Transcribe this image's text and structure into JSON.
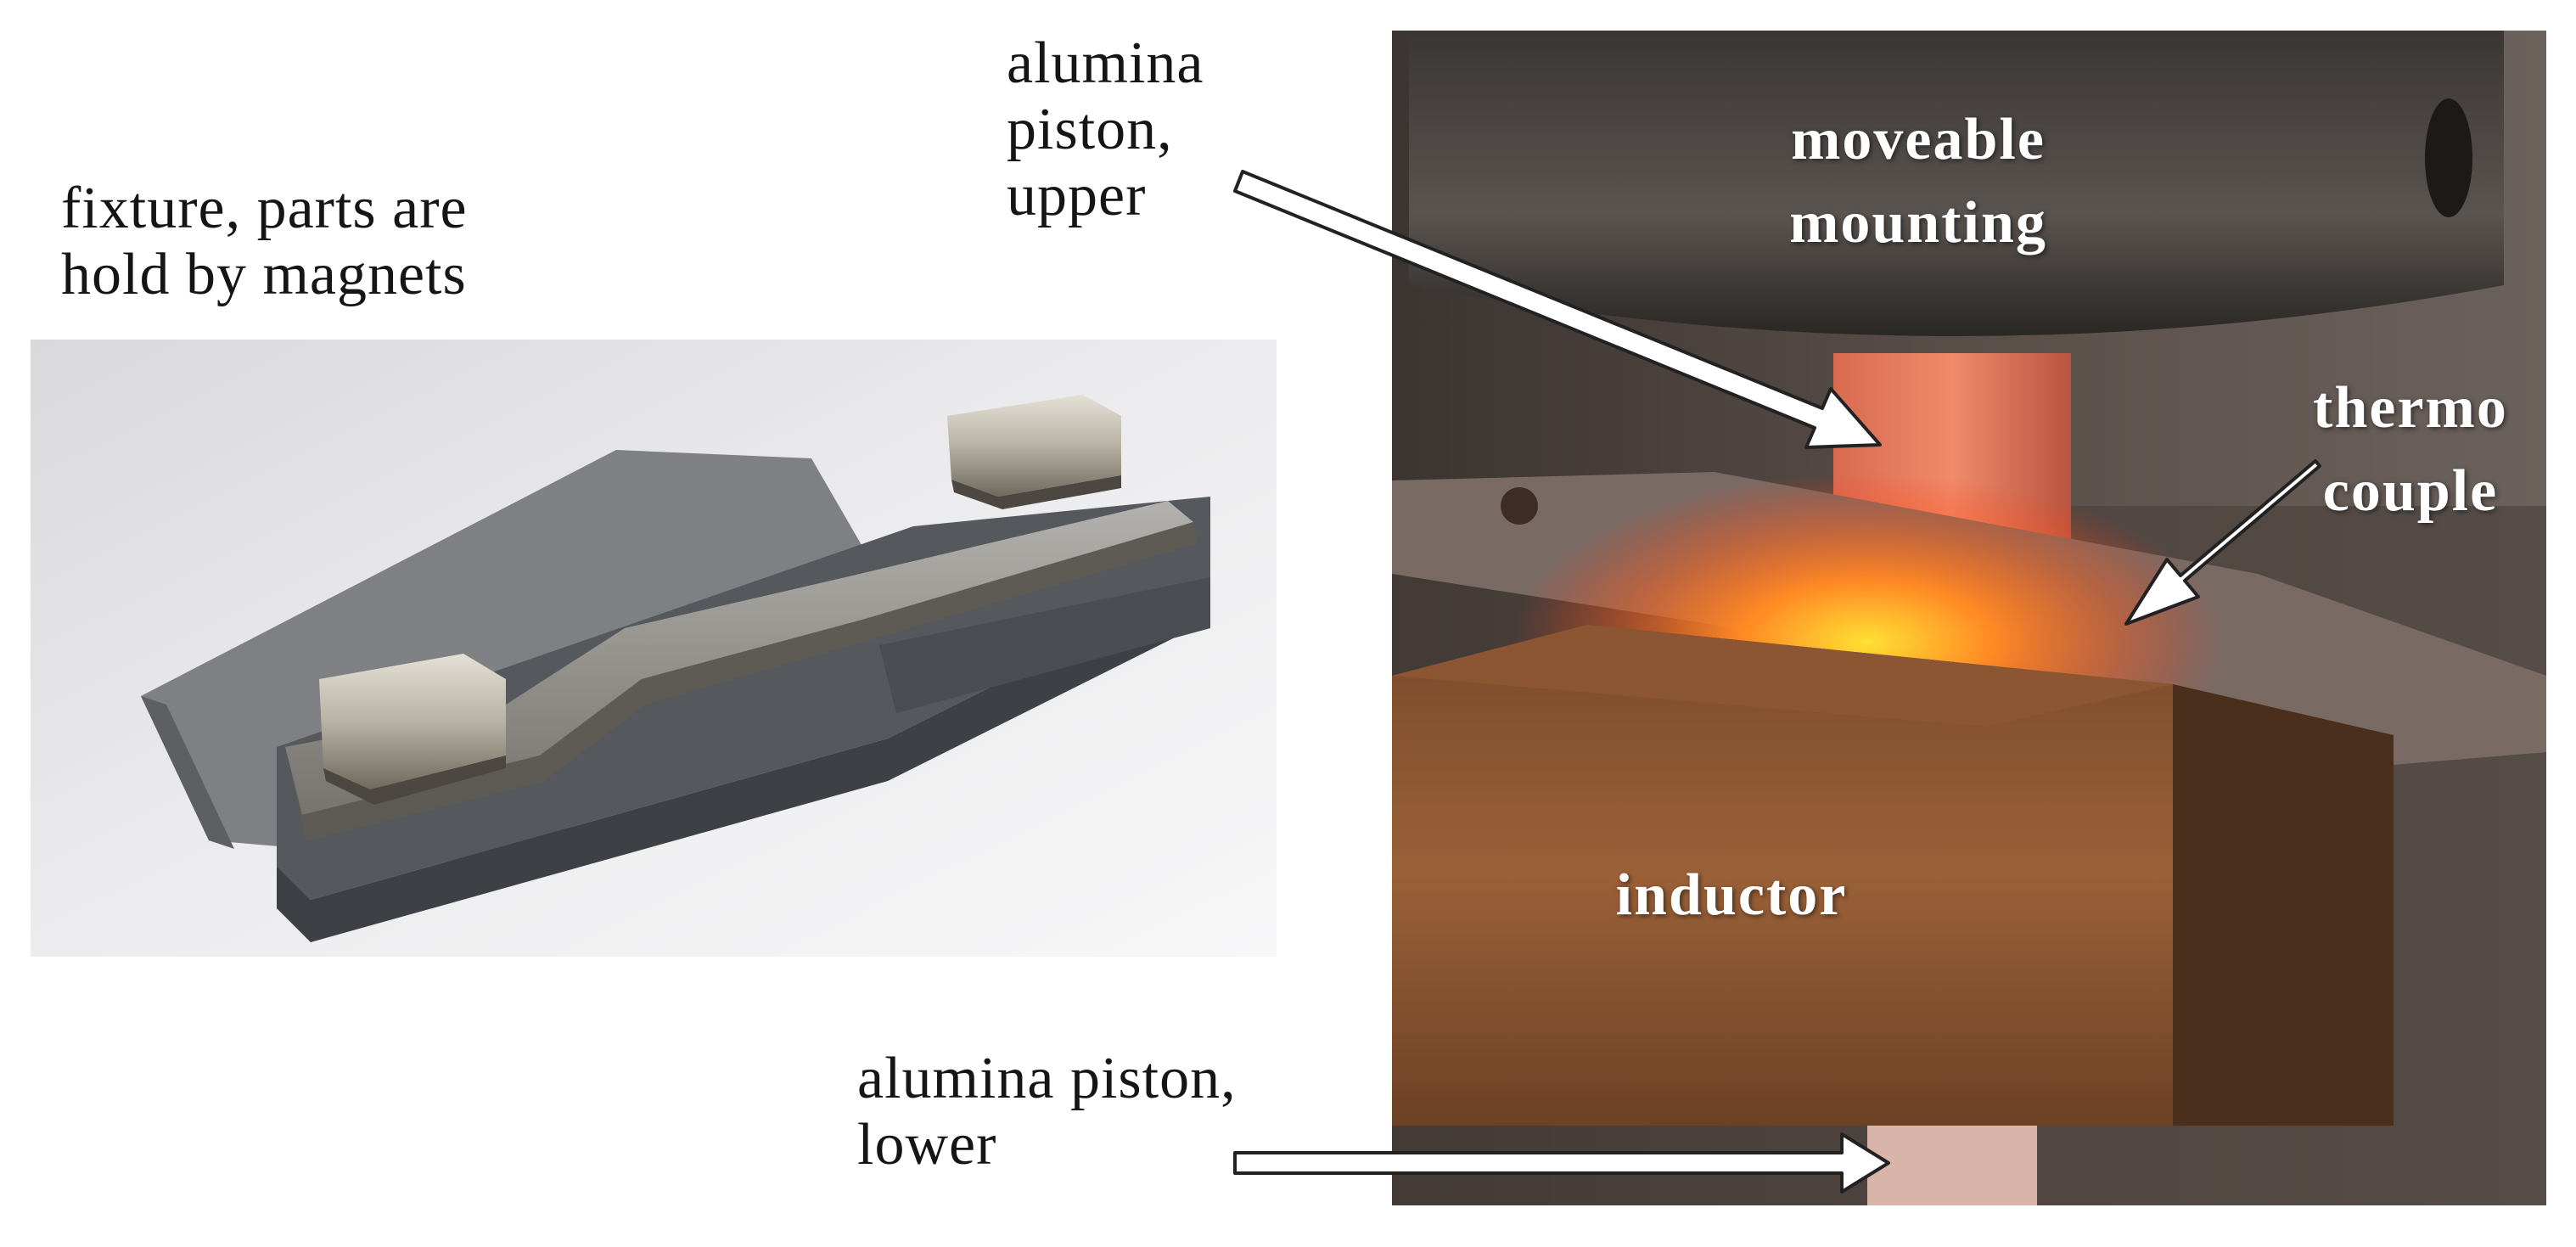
{
  "labels": {
    "fixture": "fixture, parts are\nhold by magnets",
    "piston_upper": "alumina\npiston,\nupper",
    "piston_lower": "alumina piston,\nlower",
    "moveable_mounting": "moveable\nmounting",
    "thermocouple": "thermo\ncouple",
    "inductor": "inductor"
  },
  "colors": {
    "arrow_fill": "#ffffff",
    "arrow_stroke": "#222222",
    "copper": "#8a5530",
    "glow": "#ff5a1e",
    "hot_spot": "#ffe034",
    "steel": "#8e8e8e",
    "printed_part": "#55585d"
  }
}
